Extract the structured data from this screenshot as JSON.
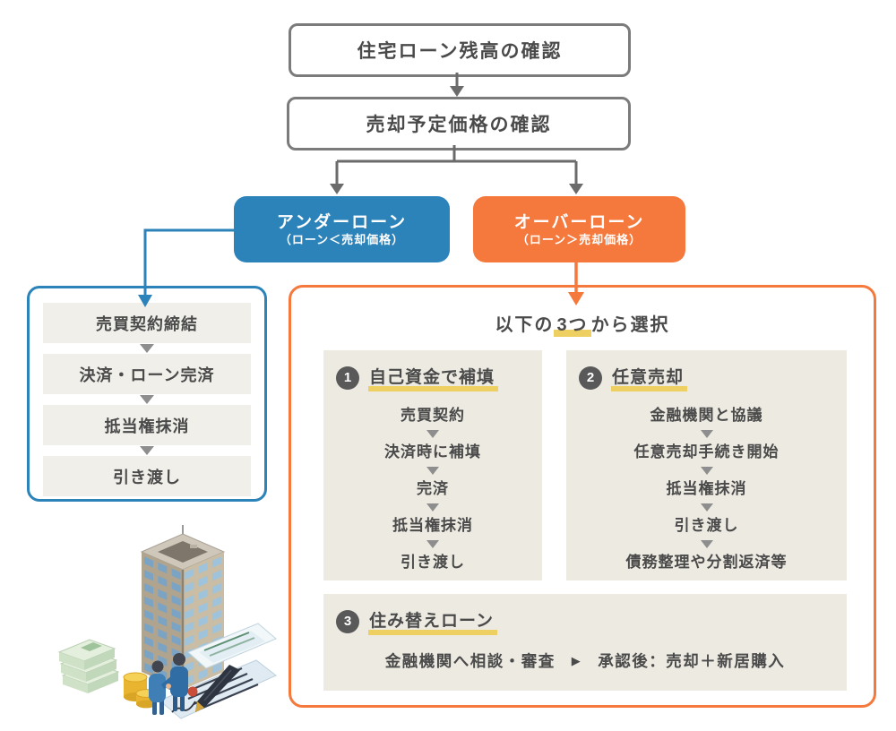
{
  "flow_top": {
    "check_balance": "住宅ローン残高の確認",
    "check_price": "売却予定価格の確認"
  },
  "branches": {
    "under": {
      "title": "アンダーローン",
      "condition": "（ローン＜売却価格）"
    },
    "over": {
      "title": "オーバーローン",
      "condition": "（ローン＞売却価格）"
    }
  },
  "under_panel": {
    "steps": [
      "売買契約締結",
      "決済・ローン完済",
      "抵当権抹消",
      "引き渡し"
    ]
  },
  "over_panel": {
    "title": {
      "pre": "以下の",
      "highlight": "3つ",
      "post": "から選択"
    },
    "options": [
      {
        "number": "1",
        "label": "自己資金で補填",
        "steps": [
          "売買契約",
          "決済時に補填",
          "完済",
          "抵当権抹消",
          "引き渡し"
        ]
      },
      {
        "number": "2",
        "label": "任意売却",
        "steps": [
          "金融機関と協議",
          "任意売却手続き開始",
          "抵当権抹消",
          "引き渡し",
          "債務整理や分割返済等"
        ]
      },
      {
        "number": "3",
        "label": "住み替えローン",
        "flow": {
          "left": "金融機関へ相談・審査",
          "arrow": "▶",
          "right": "承認後：売却＋新居購入"
        }
      }
    ]
  },
  "colors": {
    "under_blue": "#2b83ba",
    "over_orange": "#f5793d",
    "highlight_yellow": "#eecf62",
    "step_bg": "#f0efea",
    "option_bg": "#edeae2",
    "connector_gray": "#6b6b6b",
    "box_border_gray": "#7b7b7b",
    "text_dark": "#4a4a4a"
  }
}
